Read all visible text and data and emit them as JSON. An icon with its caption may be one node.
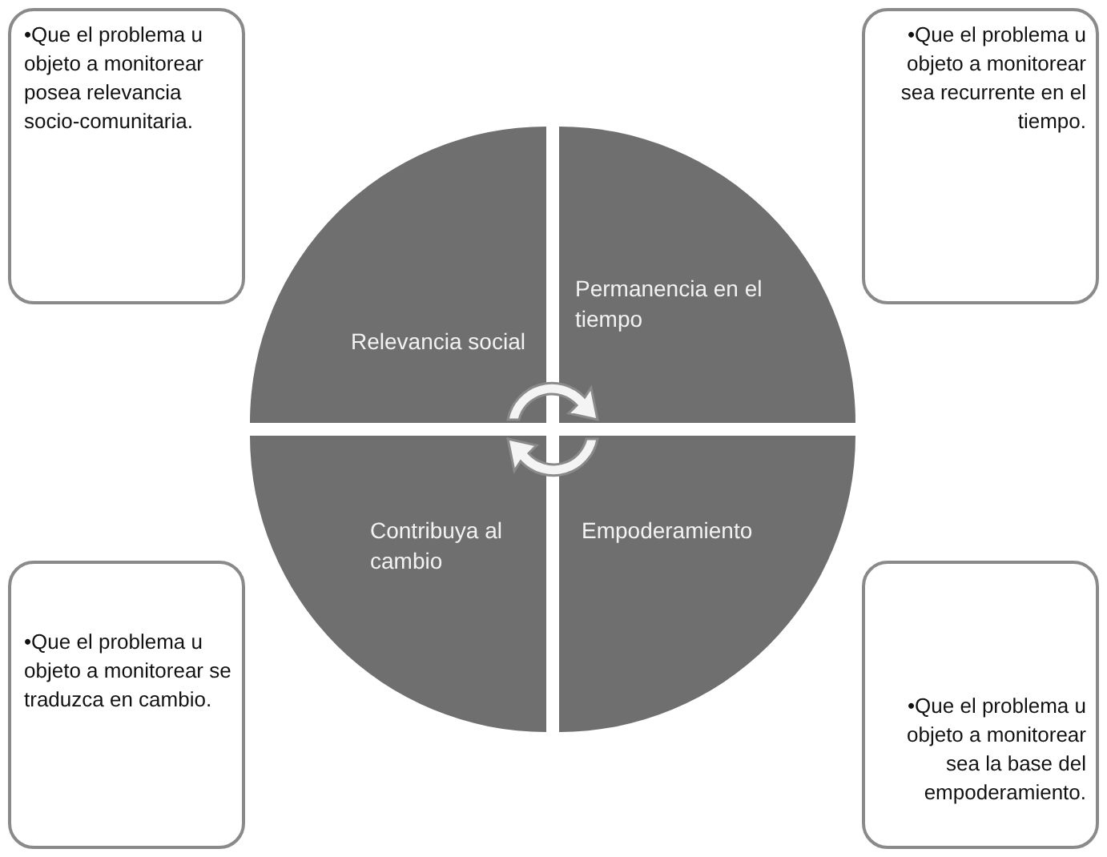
{
  "diagram": {
    "nodes": [
      {
        "text": [
          "•Que el problema u objeto a monitorear posea relevancia socio-comunitaria."
        ]
      },
      {
        "text": [
          "•Que el problema u objeto a monitorear sea recurrente en el tiempo."
        ]
      },
      {
        "text": [
          "Relevancia social"
        ]
      },
      {
        "text": [
          "Permanencia en el tiempo"
        ]
      },
      {
        "text": [
          "Contribuya al cambio"
        ]
      },
      {
        "text": [
          "Empoderamiento"
        ]
      },
      {
        "text": [
          "•Que el problema u objeto a monitorear se traduzca en cambio."
        ]
      },
      {
        "text": [
          "•Que el problema u objeto a monitorear sea la base del empoderamiento."
        ]
      }
    ]
  }
}
